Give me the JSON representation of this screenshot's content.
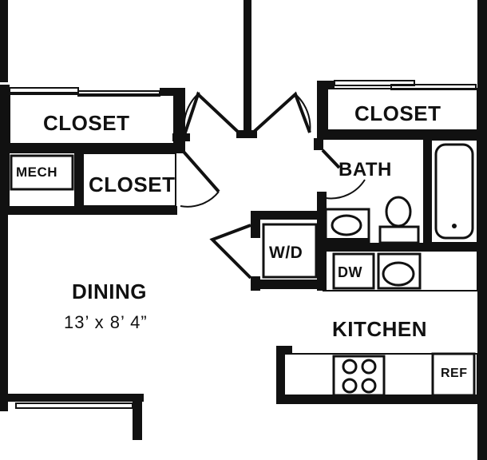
{
  "rooms": {
    "closet_top_left": "CLOSET",
    "closet_top_right": "CLOSET",
    "closet_mid": "CLOSET",
    "mech": "MECH",
    "bath": "BATH",
    "wd": "W/D",
    "dw": "DW",
    "dining": "DINING",
    "dining_dim": "13’ x 8’ 4”",
    "kitchen": "KITCHEN",
    "ref": "REF"
  },
  "colors": {
    "wall": "#111111",
    "background": "#ffffff"
  }
}
